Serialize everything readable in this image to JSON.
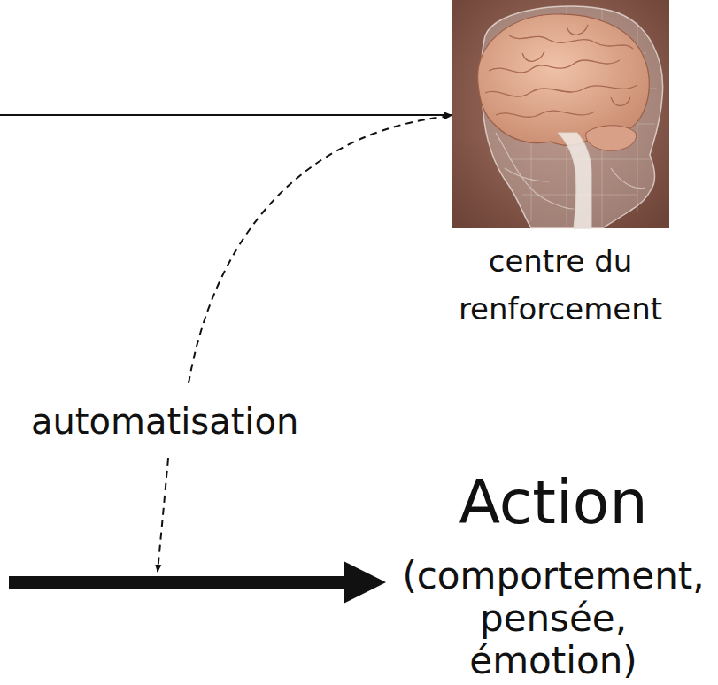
{
  "diagram": {
    "nodes": [
      {
        "text": [
          "centre du renforcement"
        ]
      },
      {
        "text": [
          "Action",
          "(comportement, pensée, émotion)"
        ]
      }
    ],
    "labels": [
      "automatisation"
    ]
  }
}
